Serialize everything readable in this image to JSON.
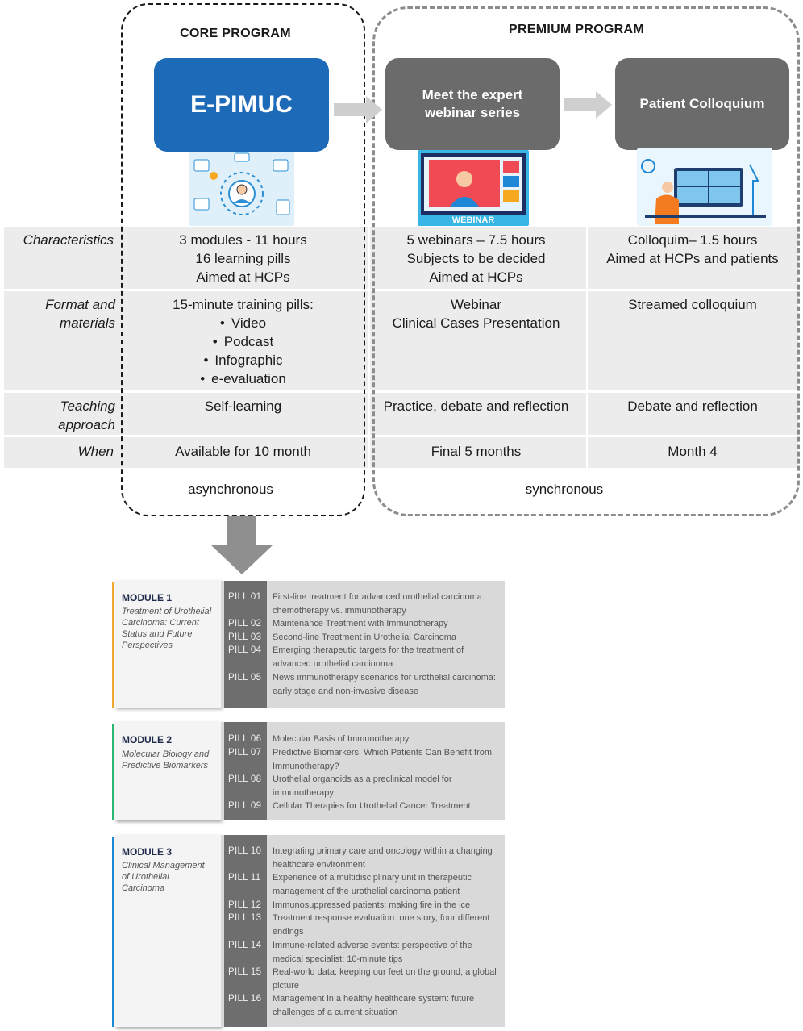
{
  "core": {
    "title": "CORE PROGRAM",
    "box_label": "E-PIMUC",
    "mode": "asynchronous"
  },
  "premium": {
    "title": "PREMIUM PROGRAM",
    "webinar_box": "Meet the expert webinar series",
    "colloquium_box": "Patient Colloquium",
    "webinar_image_caption": "WEBINAR",
    "mode": "synchronous"
  },
  "table": {
    "rows": [
      {
        "label": "Characteristics",
        "core": [
          "3 modules - 11 hours",
          "16 learning pills",
          "Aimed at HCPs"
        ],
        "webinar": [
          "5 webinars – 7.5 hours",
          "Subjects to be decided",
          "Aimed at HCPs"
        ],
        "colloquium": [
          "Colloquim– 1.5 hours",
          "Aimed at HCPs and patients"
        ]
      },
      {
        "label": "Format and materials",
        "core_heading": "15-minute training pills:",
        "core_items": [
          "Video",
          "Podcast",
          "Infographic",
          "e-evaluation"
        ],
        "webinar": [
          "Webinar",
          "Clinical Cases Presentation"
        ],
        "colloquium": [
          "Streamed colloquium"
        ]
      },
      {
        "label": "Teaching approach",
        "core": [
          "Self-learning"
        ],
        "webinar": [
          "Practice, debate and reflection"
        ],
        "colloquium": [
          "Debate and reflection"
        ]
      },
      {
        "label": "When",
        "core": [
          "Available for 10 month"
        ],
        "webinar": [
          "Final 5 months"
        ],
        "colloquium": [
          "Month 4"
        ]
      }
    ]
  },
  "modules": [
    {
      "title": "MODULE 1",
      "subtitle": "Treatment of Urothelial Carcinoma: Current Status and Future Perspectives",
      "accent": "#f0a830",
      "pills": [
        {
          "label": "PILL 01",
          "text": "First-line treatment for advanced urothelial carcinoma: chemotherapy vs. immunotherapy"
        },
        {
          "label": "PILL 02",
          "text": "Maintenance Treatment with Immunotherapy"
        },
        {
          "label": "PILL 03",
          "text": "Second-line Treatment in Urothelial Carcinoma"
        },
        {
          "label": "PILL 04",
          "text": "Emerging therapeutic targets for the treatment of advanced urothelial carcinoma"
        },
        {
          "label": "PILL 05",
          "text": "News immunotherapy scenarios for urothelial carcinoma: early stage and non-invasive disease"
        }
      ]
    },
    {
      "title": "MODULE 2",
      "subtitle": "Molecular Biology and Predictive Biomarkers",
      "accent": "#2bb673",
      "pills": [
        {
          "label": "PILL 06",
          "text": "Molecular Basis of Immunotherapy"
        },
        {
          "label": "PILL 07",
          "text": "Predictive Biomarkers: Which Patients Can Benefit from Immunotherapy?"
        },
        {
          "label": "PILL 08",
          "text": "Urothelial organoids as a preclinical model for immunotherapy"
        },
        {
          "label": "PILL 09",
          "text": "Cellular Therapies for Urothelial Cancer Treatment"
        }
      ]
    },
    {
      "title": "MODULE 3",
      "subtitle": "Clinical Management of Urothelial Carcinoma",
      "accent": "#1e88d6",
      "pills": [
        {
          "label": "PILL 10",
          "text": "Integrating primary care and oncology within a changing healthcare environment"
        },
        {
          "label": "PILL 11",
          "text": "Experience of a multidisciplinary unit in therapeutic management of the urothelial carcinoma patient"
        },
        {
          "label": "PILL 12",
          "text": "Immunosuppressed patients: making fire in the ice"
        },
        {
          "label": "PILL 13",
          "text": "Treatment response evaluation: one story, four different endings"
        },
        {
          "label": "PILL 14",
          "text": "Immune-related adverse events: perspective of the medical specialist; 10-minute tips"
        },
        {
          "label": "PILL 15",
          "text": "Real-world data: keeping our feet on the ground; a global picture"
        },
        {
          "label": "PILL 16",
          "text": "Management in a healthy healthcare system: future challenges of a current situation"
        }
      ]
    }
  ]
}
